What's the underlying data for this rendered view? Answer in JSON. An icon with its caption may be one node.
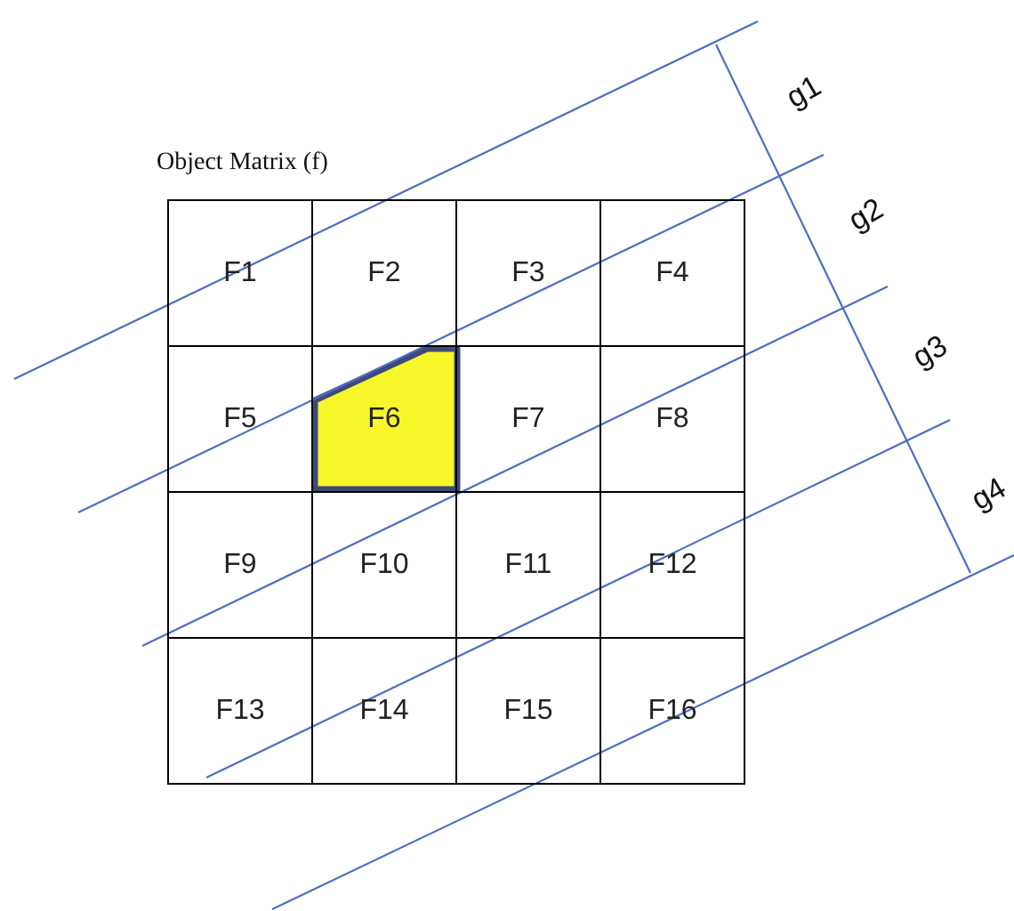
{
  "diagram": {
    "nodes": [
      {
        "text": [
          "Object Matrix (f)"
        ]
      },
      {
        "text": [
          "F1"
        ],
        "in": 0
      },
      {
        "text": [
          "F2"
        ],
        "in": 0
      },
      {
        "text": [
          "F3"
        ],
        "in": 0
      },
      {
        "text": [
          "F4"
        ],
        "in": 0
      },
      {
        "text": [
          "F5"
        ],
        "in": 0
      },
      {
        "text": [
          "F6"
        ],
        "in": 0
      },
      {
        "text": [
          "F7"
        ],
        "in": 0
      },
      {
        "text": [
          "F8"
        ],
        "in": 0
      },
      {
        "text": [
          "F9"
        ],
        "in": 0
      },
      {
        "text": [
          "F10"
        ],
        "in": 0
      },
      {
        "text": [
          "F11"
        ],
        "in": 0
      },
      {
        "text": [
          "F12"
        ],
        "in": 0
      },
      {
        "text": [
          "F13"
        ],
        "in": 0
      },
      {
        "text": [
          "F14"
        ],
        "in": 0
      },
      {
        "text": [
          "F15"
        ],
        "in": 0
      },
      {
        "text": [
          "F16"
        ],
        "in": 0
      }
    ],
    "labels": [
      "g1",
      "g2",
      "g3",
      "g4"
    ]
  }
}
